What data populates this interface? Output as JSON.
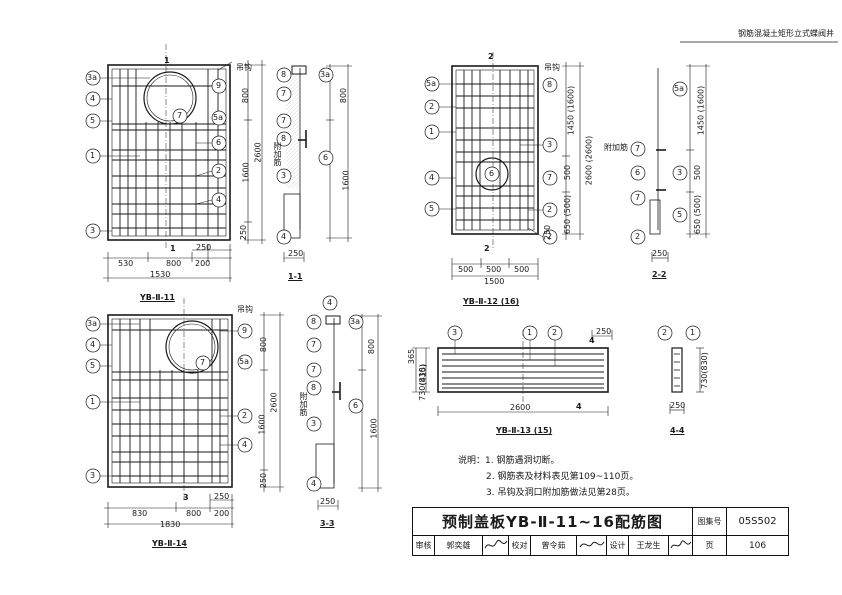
{
  "header": {
    "series_title": "钢筋混凝土矩形立式蝶阀井"
  },
  "icons": {
    "cover_plate_hole": "circle-hole-icon",
    "section_marker": "section-arrow-icon"
  },
  "colors": {
    "ink": "#1a1a1a",
    "paper": "#ffffff"
  },
  "labels": {
    "hook": "吊钩",
    "extra_rebar": "附加筋",
    "sec1_num": "1",
    "sec2_num": "2",
    "sec3_num": "3",
    "sec4_num": "4",
    "sec11": "1-1",
    "sec22": "2-2",
    "sec33": "3-3",
    "sec44": "4-4"
  },
  "plate11": {
    "caption": "YB-Ⅱ-11",
    "dims": {
      "d800": "800",
      "d2600": "2600",
      "d1600": "1600",
      "d250": "250",
      "b530": "530",
      "b800": "800",
      "b200": "200",
      "b1530": "1530"
    },
    "tags": {
      "t3a": "3a",
      "t4": "4",
      "t5": "5",
      "t1": "1",
      "t3": "3",
      "t9": "9",
      "t7": "7",
      "t5a": "5a",
      "t6": "6",
      "t2": "2",
      "t4r": "4"
    }
  },
  "sec11": {
    "tags": {
      "t8": "8",
      "t3a": "3a",
      "t7a": "7",
      "t7b": "7",
      "t8b": "8",
      "t6": "6",
      "t3": "3",
      "t4": "4"
    },
    "dims": {
      "d800": "800",
      "d1600": "1600",
      "d250": "250"
    }
  },
  "plate12": {
    "caption": "YB-Ⅱ-12 (16)",
    "dims": {
      "d1450": "1450 (1600)",
      "d2600": "2600 (2600)",
      "d500": "500",
      "d650": "650 (500)",
      "d250": "250",
      "b500a": "500",
      "b500b": "500",
      "b500c": "500",
      "b1500": "1500"
    },
    "tags": {
      "t5a": "5a",
      "t2": "2",
      "t1": "1",
      "t4": "4",
      "t5": "5",
      "t8": "8",
      "t3": "3",
      "t6": "6",
      "t7": "7",
      "t2r": "2"
    }
  },
  "sec22": {
    "tags": {
      "t5a": "5a",
      "t7a": "7",
      "t6": "6",
      "t7b": "7",
      "t3": "3",
      "t5": "5",
      "t2": "2"
    },
    "dims": {
      "d1450": "1450 (1600)",
      "d500": "500",
      "d650": "650 (500)",
      "d250": "250"
    }
  },
  "plate14": {
    "caption": "YB-Ⅱ-14",
    "dims": {
      "d800": "800",
      "d2600": "2600",
      "d1600": "1600",
      "d250": "250",
      "b830": "830",
      "b800": "800",
      "b200": "200",
      "b1830": "1830"
    },
    "tags": {
      "t3a": "3a",
      "t4": "4",
      "t5": "5",
      "t1": "1",
      "t3": "3",
      "t9": "9",
      "t7": "7",
      "t5a": "5a",
      "t2": "2",
      "t4r": "4"
    }
  },
  "sec33": {
    "tags": {
      "t4": "4",
      "t8": "8",
      "t3a": "3a",
      "t7a": "7",
      "t7b": "7",
      "t8b": "8",
      "t6": "6",
      "t3": "3",
      "t4b": "4"
    },
    "dims": {
      "d800": "800",
      "d1600": "1600",
      "d250": "250"
    }
  },
  "plate13": {
    "caption": "YB-Ⅱ-13 (15)",
    "dims": {
      "d250": "250",
      "d365": "365",
      "d415": "(415)",
      "d730": "730(830)",
      "b2600": "2600"
    },
    "tags": {
      "t3": "3",
      "t1": "1",
      "t2": "2"
    }
  },
  "sec44": {
    "tags": {
      "t2": "2",
      "t1": "1"
    },
    "dims": {
      "d730": "730(830)",
      "d250": "250"
    }
  },
  "notes": {
    "title": "说明：",
    "items": [
      "1. 钢筋遇洞切断。",
      "2. 钢筋表及材料表见第109~110页。",
      "3. 吊钩及洞口附加筋做法见第28页。"
    ]
  },
  "title_block": {
    "drawing_title": "预制盖板YB-Ⅱ-11~16配筋图",
    "atlas_no_label": "图集号",
    "atlas_no": "05S502",
    "review_label": "审核",
    "reviewer": "郭奕雄",
    "check_label": "校对",
    "checker": "曾令茹",
    "design_label": "设计",
    "designer": "王龙生",
    "page_label": "页",
    "page": "106"
  }
}
